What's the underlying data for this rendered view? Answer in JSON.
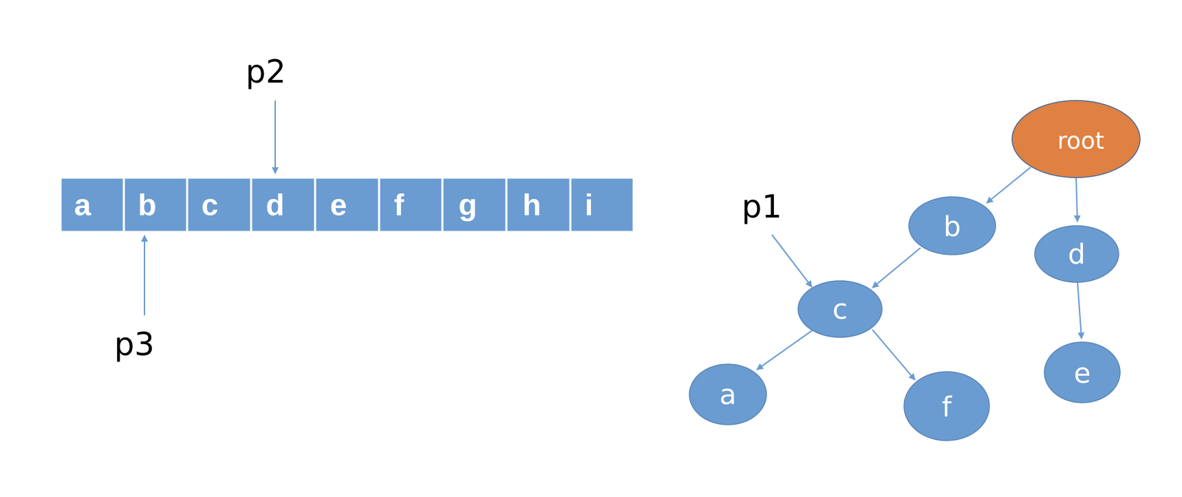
{
  "colors": {
    "node_fill": "#6A9BD1",
    "node_stroke": "#5A86B8",
    "root_fill": "#DF8142",
    "root_stroke": "#4A6A96",
    "edge": "#6A9BD1",
    "cell_border": "#ffffff",
    "pointer_text": "#000000"
  },
  "array": {
    "cells": [
      "a",
      "b",
      "c",
      "d",
      "e",
      "f",
      "g",
      "h",
      "i"
    ]
  },
  "pointers": {
    "p1": "p1",
    "p2": "p2",
    "p3": "p3"
  },
  "tree": {
    "nodes": {
      "root": "root",
      "b": "b",
      "d": "d",
      "c": "c",
      "e": "e",
      "a": "a",
      "f": "f"
    },
    "edges": [
      [
        "root",
        "b"
      ],
      [
        "root",
        "d"
      ],
      [
        "b",
        "c"
      ],
      [
        "d",
        "e"
      ],
      [
        "c",
        "a"
      ],
      [
        "c",
        "f"
      ]
    ]
  }
}
